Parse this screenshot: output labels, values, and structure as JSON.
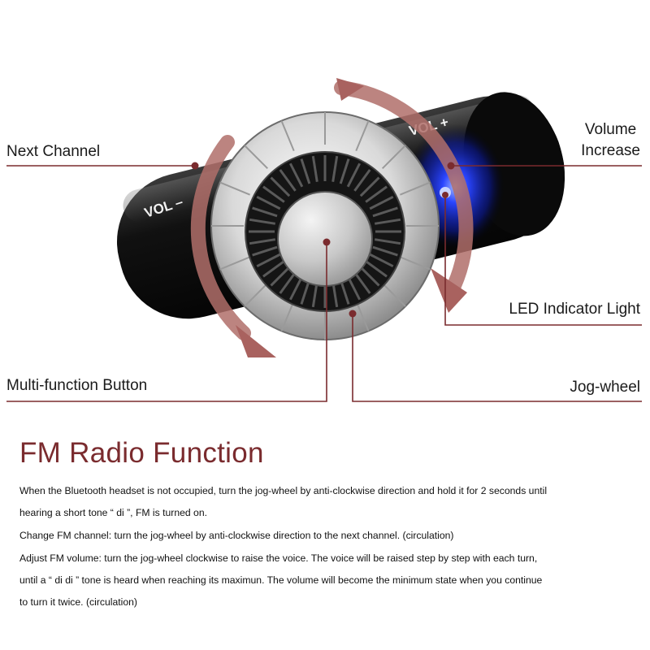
{
  "device": {
    "vol_minus_label": "VOL –",
    "vol_plus_label": "VOL +"
  },
  "callouts": {
    "next_channel": "Next Channel",
    "volume_increase_line1": "Volume",
    "volume_increase_line2": "Increase",
    "led_indicator": "LED Indicator Light",
    "multi_function": "Multi-function Button",
    "jog_wheel": "Jog-wheel"
  },
  "section": {
    "title": "FM Radio Function",
    "lines": [
      "When the Bluetooth headset is not occupied,  turn the jog-wheel by anti-clockwise direction and hold it for 2 seconds until",
      "hearing a short tone “ di ”, FM is turned on.",
      "Change FM channel: turn the jog-wheel by anti-clockwise direction to the next channel. (circulation)",
      "Adjust FM volume: turn the jog-wheel clockwise to raise the voice. The voice will be raised step by step with each turn,",
      "until  a “ di di ” tone is heard when reaching its maximun. The volume will become the minimum state when you continue",
      "to turn it twice. (circulation)"
    ]
  },
  "colors": {
    "accent": "#7a2b2e",
    "arrow": "#b06e6a",
    "led": "#2a45ff"
  }
}
